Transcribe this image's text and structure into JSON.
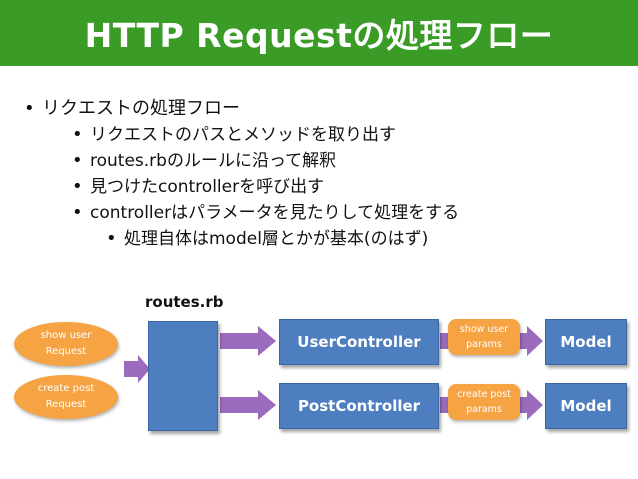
{
  "header": {
    "title": "HTTP Requestの処理フロー"
  },
  "bullets": [
    "リクエストの処理フロー",
    "リクエストのパスとメソッドを取り出す",
    "routes.rbのルールに沿って解釈",
    "見つけたcontrollerを呼び出す",
    "controllerはパラメータを見たりして処理をする",
    "処理自体はmodel層とかが基本(のはず)"
  ],
  "diagram": {
    "routes_label": "routes.rb",
    "requests": [
      {
        "line1": "show user",
        "line2": "Request"
      },
      {
        "line1": "create post",
        "line2": "Request"
      }
    ],
    "controllers": [
      "UserController",
      "PostController"
    ],
    "params": [
      {
        "line1": "show user",
        "line2": "params"
      },
      {
        "line1": "create post",
        "line2": "params"
      }
    ],
    "models": [
      "Model",
      "Model"
    ],
    "colors": {
      "title_bar": "#3a9b27",
      "box": "#4d7ec0",
      "request": "#f5a343",
      "arrow": "#9b6bbd"
    }
  }
}
